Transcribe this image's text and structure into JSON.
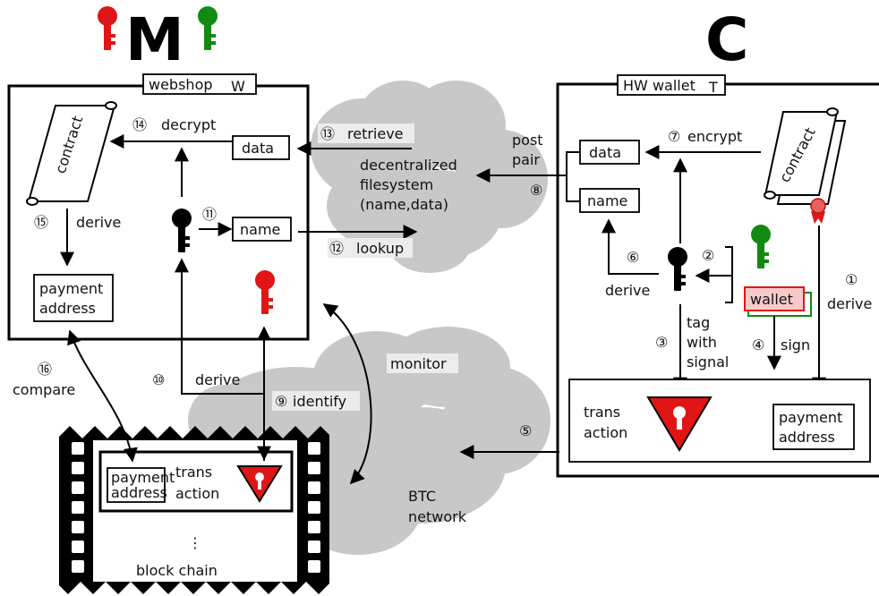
{
  "actors": {
    "merchant": "M",
    "customer": "C"
  },
  "webshop": {
    "title": "webshop",
    "tag": "W"
  },
  "wallet_device": {
    "title": "HW wallet",
    "tag": "T"
  },
  "labels": {
    "contract": "contract",
    "data": "data",
    "name": "name",
    "payment_address_line1": "payment",
    "payment_address_line2": "address",
    "dfs_line1": "decentralized",
    "dfs_line2": "filesystem",
    "dfs_line3": "(name,data)",
    "btc_line1": "BTC",
    "btc_line2": "network",
    "trans_line1": "trans",
    "trans_line2": "action",
    "wallet": "wallet",
    "block_chain": "block chain",
    "ellipsis": "⋮",
    "post_line1": "post",
    "post_line2": "pair",
    "tag_line1": "tag",
    "tag_line2": "with",
    "tag_line3": "signal"
  },
  "steps": {
    "s1": {
      "num": "①",
      "text": "derive"
    },
    "s2": {
      "num": "②"
    },
    "s3": {
      "num": "③"
    },
    "s4": {
      "num": "④",
      "text": "sign"
    },
    "s5": {
      "num": "⑤"
    },
    "s6": {
      "num": "⑥",
      "text": "derive"
    },
    "s7": {
      "num": "⑦",
      "text": "encrypt"
    },
    "s8": {
      "num": "⑧"
    },
    "s9": {
      "num": "⑨",
      "text": "identify"
    },
    "s10": {
      "num": "⑩",
      "text": "derive"
    },
    "s11": {
      "num": "⑪"
    },
    "s12": {
      "num": "⑫",
      "text": "lookup"
    },
    "s13": {
      "num": "⑬",
      "text": "retrieve"
    },
    "s14": {
      "num": "⑭",
      "text": "decrypt"
    },
    "s15": {
      "num": "⑮",
      "text": "derive"
    },
    "s16": {
      "num": "⑯",
      "text": "compare"
    }
  },
  "side_labels": {
    "monitor": "monitor"
  },
  "colors": {
    "red": "#e01515",
    "green": "#128a12",
    "cloud": "#c8c8c8",
    "black": "#000000"
  },
  "icons": [
    "key-icon",
    "contract-scroll-icon",
    "wax-seal-icon",
    "warning-triangle-icon",
    "film-strip-icon",
    "cloud-shape"
  ]
}
